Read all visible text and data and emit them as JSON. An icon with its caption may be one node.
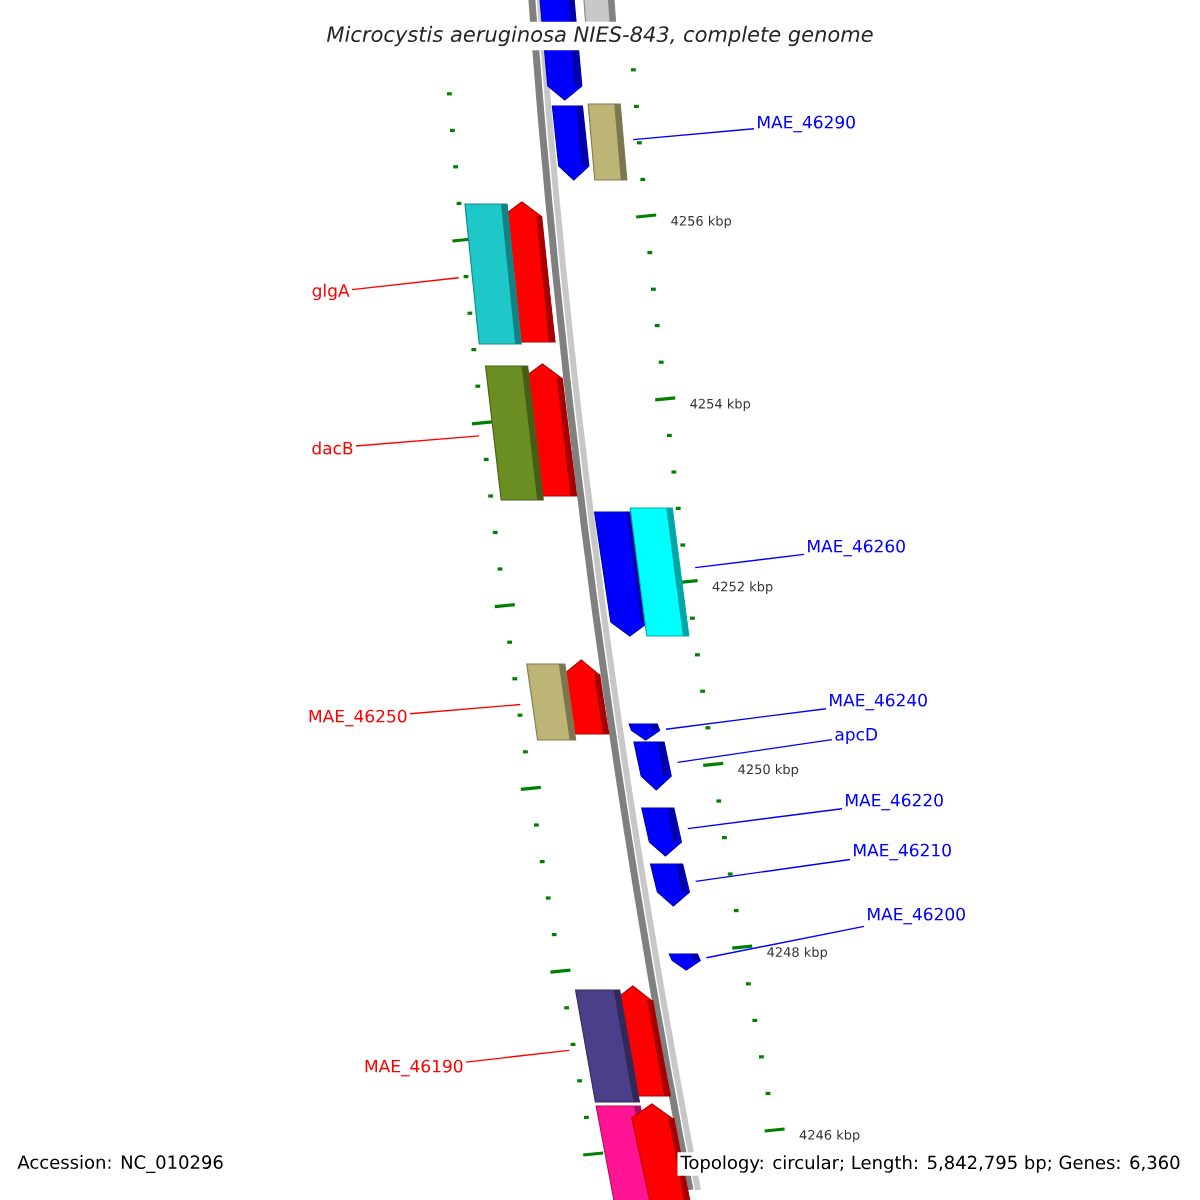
{
  "diagram": {
    "title": "Microcystis aeruginosa NIES-843, complete genome",
    "nodes": [
      {
        "text": [
          "MAE_46290"
        ]
      },
      {
        "text": [],
        "shape": "bar"
      },
      {
        "text": [
          "glgA"
        ]
      },
      {
        "text": [],
        "shape": "bar"
      },
      {
        "text": [
          "dacB"
        ]
      },
      {
        "text": [],
        "shape": "bar"
      },
      {
        "text": [
          "MAE_46260"
        ]
      },
      {
        "text": [],
        "shape": "bar"
      },
      {
        "text": [
          "MAE_46250"
        ]
      },
      {
        "text": [],
        "shape": "bar"
      },
      {
        "text": [
          "MAE_46240"
        ]
      },
      {
        "text": [],
        "shape": "bar"
      },
      {
        "text": [
          "apcD"
        ]
      },
      {
        "text": [],
        "shape": "bar"
      },
      {
        "text": [
          "MAE_46220"
        ]
      },
      {
        "text": [],
        "shape": "bar"
      },
      {
        "text": [
          "MAE_46210"
        ]
      },
      {
        "text": [],
        "shape": "bar"
      },
      {
        "text": [
          "MAE_46200"
        ]
      },
      {
        "text": [],
        "shape": "bar"
      },
      {
        "text": [
          "MAE_46190"
        ]
      },
      {
        "text": [],
        "shape": "bar"
      }
    ],
    "edges": [
      {
        "from": 0,
        "to": 1,
        "arrow": "none"
      },
      {
        "from": 2,
        "to": 3,
        "arrow": "none",
        "color": "#ff0000"
      },
      {
        "from": 4,
        "to": 5,
        "arrow": "none",
        "color": "#ff0000"
      },
      {
        "from": 6,
        "to": 7,
        "arrow": "none"
      },
      {
        "from": 8,
        "to": 9,
        "arrow": "none",
        "color": "#ff0000"
      },
      {
        "from": 10,
        "to": 11,
        "arrow": "none"
      },
      {
        "from": 12,
        "to": 13,
        "arrow": "none"
      },
      {
        "from": 14,
        "to": 15,
        "arrow": "none"
      },
      {
        "from": 16,
        "to": 17,
        "arrow": "none"
      },
      {
        "from": 18,
        "to": 19,
        "arrow": "none"
      },
      {
        "from": 20,
        "to": 21,
        "arrow": "none",
        "color": "#ff0000"
      }
    ],
    "labels": [
      "4256 kbp",
      "4254 kbp",
      "4252 kbp",
      "4250 kbp",
      "4248 kbp",
      "4246 kbp",
      "Accession: NC_010296",
      "Topology: circular; Length: 5,842,795 bp; Genes: 6,360"
    ]
  }
}
